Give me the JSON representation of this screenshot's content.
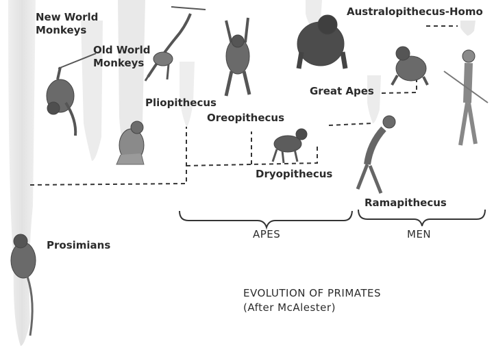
{
  "taxa": {
    "new_world_monkeys_line1": "New World",
    "new_world_monkeys_line2": "Monkeys",
    "old_world_monkeys_line1": "Old World",
    "old_world_monkeys_line2": "Monkeys",
    "prosimians": "Prosimians",
    "pliopithecus": "Pliopithecus",
    "oreopithecus": "Oreopithecus",
    "dryopithecus": "Dryopithecus",
    "great_apes": "Great Apes",
    "ramapithecus": "Ramapithecus",
    "australopithecus_homo": "Australopithecus-Homo"
  },
  "groups": {
    "apes": "APES",
    "men": "MEN"
  },
  "caption": {
    "line1": "EVOLUTION OF PRIMATES",
    "line2": "(After McAlester)"
  },
  "colors": {
    "text": "#2b2b2b",
    "lineage_fill": "#e6e6e6",
    "figure": "#555555",
    "dash": "#333333"
  }
}
